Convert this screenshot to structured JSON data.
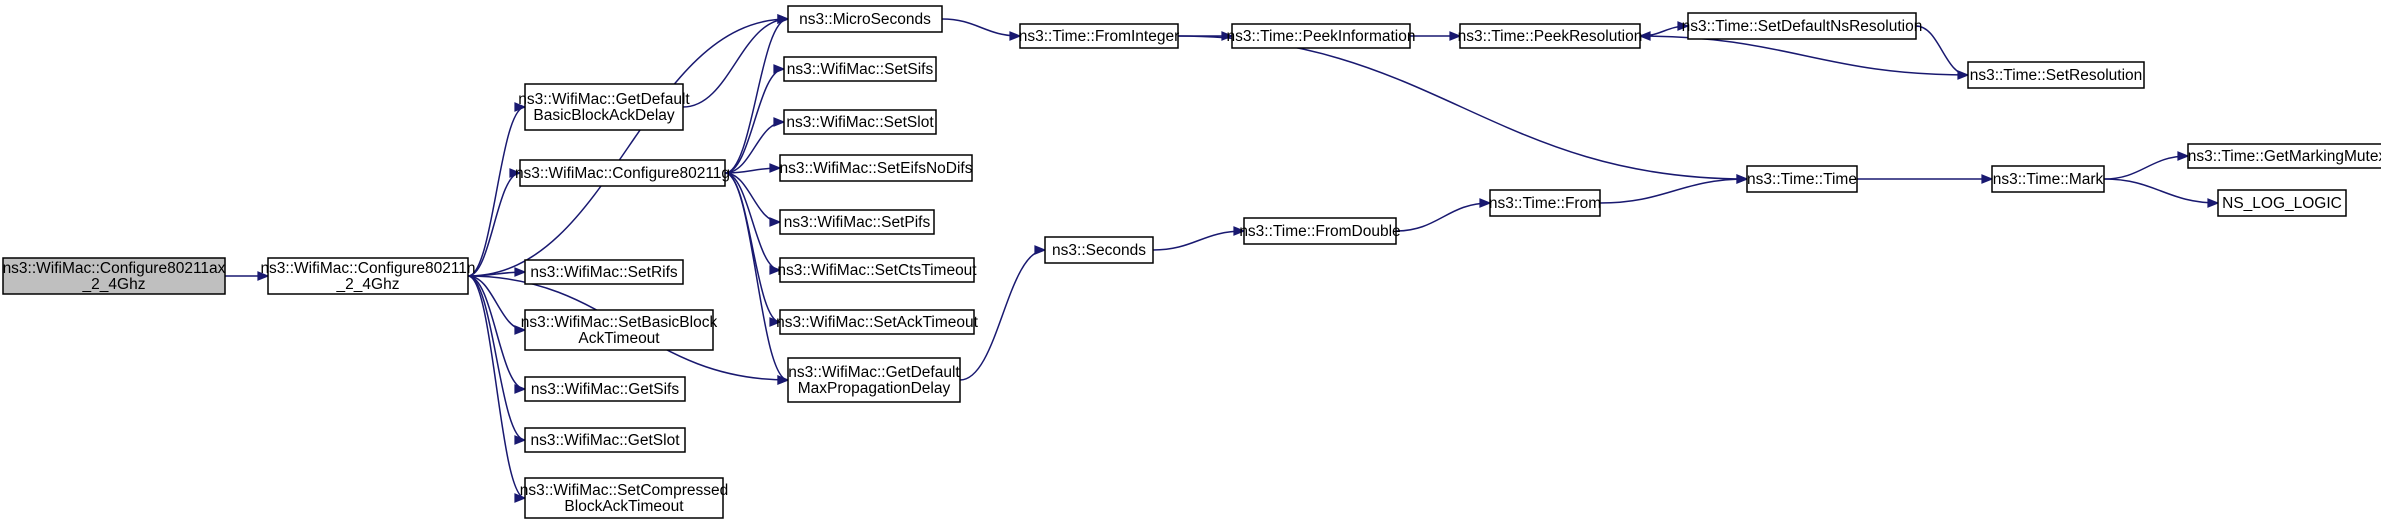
{
  "colors": {
    "edge": "#191970",
    "root_fill": "#bfbfbf",
    "node_fill": "#ffffff",
    "border": "#000000"
  },
  "nodes": [
    {
      "id": "root",
      "lines": [
        "ns3::WifiMac::Configure80211ax",
        "_2_4Ghz"
      ],
      "root": true
    },
    {
      "id": "c11n",
      "lines": [
        "ns3::WifiMac::Configure80211n",
        "_2_4Ghz"
      ]
    },
    {
      "id": "getDefBA",
      "lines": [
        "ns3::WifiMac::GetDefault",
        "BasicBlockAckDelay"
      ]
    },
    {
      "id": "c11g",
      "lines": [
        "ns3::WifiMac::Configure80211g"
      ]
    },
    {
      "id": "setRifs",
      "lines": [
        "ns3::WifiMac::SetRifs"
      ]
    },
    {
      "id": "setBBAT",
      "lines": [
        "ns3::WifiMac::SetBasicBlock",
        "AckTimeout"
      ]
    },
    {
      "id": "getSifs",
      "lines": [
        "ns3::WifiMac::GetSifs"
      ]
    },
    {
      "id": "getSlot",
      "lines": [
        "ns3::WifiMac::GetSlot"
      ]
    },
    {
      "id": "setCBAT",
      "lines": [
        "ns3::WifiMac::SetCompressed",
        "BlockAckTimeout"
      ]
    },
    {
      "id": "micro",
      "lines": [
        "ns3::MicroSeconds"
      ]
    },
    {
      "id": "setSifs",
      "lines": [
        "ns3::WifiMac::SetSifs"
      ]
    },
    {
      "id": "setSlot",
      "lines": [
        "ns3::WifiMac::SetSlot"
      ]
    },
    {
      "id": "setEifs",
      "lines": [
        "ns3::WifiMac::SetEifsNoDifs"
      ]
    },
    {
      "id": "setPifs",
      "lines": [
        "ns3::WifiMac::SetPifs"
      ]
    },
    {
      "id": "setCts",
      "lines": [
        "ns3::WifiMac::SetCtsTimeout"
      ]
    },
    {
      "id": "setAck",
      "lines": [
        "ns3::WifiMac::SetAckTimeout"
      ]
    },
    {
      "id": "getMPD",
      "lines": [
        "ns3::WifiMac::GetDefault",
        "MaxPropagationDelay"
      ]
    },
    {
      "id": "fromInt",
      "lines": [
        "ns3::Time::FromInteger"
      ]
    },
    {
      "id": "seconds",
      "lines": [
        "ns3::Seconds"
      ]
    },
    {
      "id": "peekInfo",
      "lines": [
        "ns3::Time::PeekInformation"
      ]
    },
    {
      "id": "fromDouble",
      "lines": [
        "ns3::Time::FromDouble"
      ]
    },
    {
      "id": "peekRes",
      "lines": [
        "ns3::Time::PeekResolution"
      ]
    },
    {
      "id": "from",
      "lines": [
        "ns3::Time::From"
      ]
    },
    {
      "id": "setDefNs",
      "lines": [
        "ns3::Time::SetDefaultNsResolution"
      ]
    },
    {
      "id": "setRes",
      "lines": [
        "ns3::Time::SetResolution"
      ]
    },
    {
      "id": "time",
      "lines": [
        "ns3::Time::Time"
      ]
    },
    {
      "id": "mark",
      "lines": [
        "ns3::Time::Mark"
      ]
    },
    {
      "id": "getMM",
      "lines": [
        "ns3::Time::GetMarkingMutex"
      ]
    },
    {
      "id": "nslog",
      "lines": [
        "NS_LOG_LOGIC"
      ]
    }
  ],
  "edges": [
    [
      "root",
      "c11n"
    ],
    [
      "c11n",
      "micro"
    ],
    [
      "c11n",
      "getDefBA"
    ],
    [
      "c11n",
      "c11g"
    ],
    [
      "c11n",
      "setRifs"
    ],
    [
      "c11n",
      "setBBAT"
    ],
    [
      "c11n",
      "getSifs"
    ],
    [
      "c11n",
      "getSlot"
    ],
    [
      "c11n",
      "setCBAT"
    ],
    [
      "c11n",
      "getMPD"
    ],
    [
      "getDefBA",
      "micro"
    ],
    [
      "c11g",
      "micro"
    ],
    [
      "c11g",
      "setSifs"
    ],
    [
      "c11g",
      "setSlot"
    ],
    [
      "c11g",
      "setEifs"
    ],
    [
      "c11g",
      "setPifs"
    ],
    [
      "c11g",
      "setCts"
    ],
    [
      "c11g",
      "setAck"
    ],
    [
      "c11g",
      "getMPD"
    ],
    [
      "micro",
      "fromInt"
    ],
    [
      "fromInt",
      "peekInfo"
    ],
    [
      "fromInt",
      "time"
    ],
    [
      "peekInfo",
      "peekRes"
    ],
    [
      "peekRes",
      "setDefNs"
    ],
    [
      "setDefNs",
      "setRes"
    ],
    [
      "setRes",
      "peekRes"
    ],
    [
      "getMPD",
      "seconds"
    ],
    [
      "seconds",
      "fromDouble"
    ],
    [
      "fromDouble",
      "from"
    ],
    [
      "from",
      "time"
    ],
    [
      "time",
      "mark"
    ],
    [
      "mark",
      "getMM"
    ],
    [
      "mark",
      "nslog"
    ]
  ]
}
